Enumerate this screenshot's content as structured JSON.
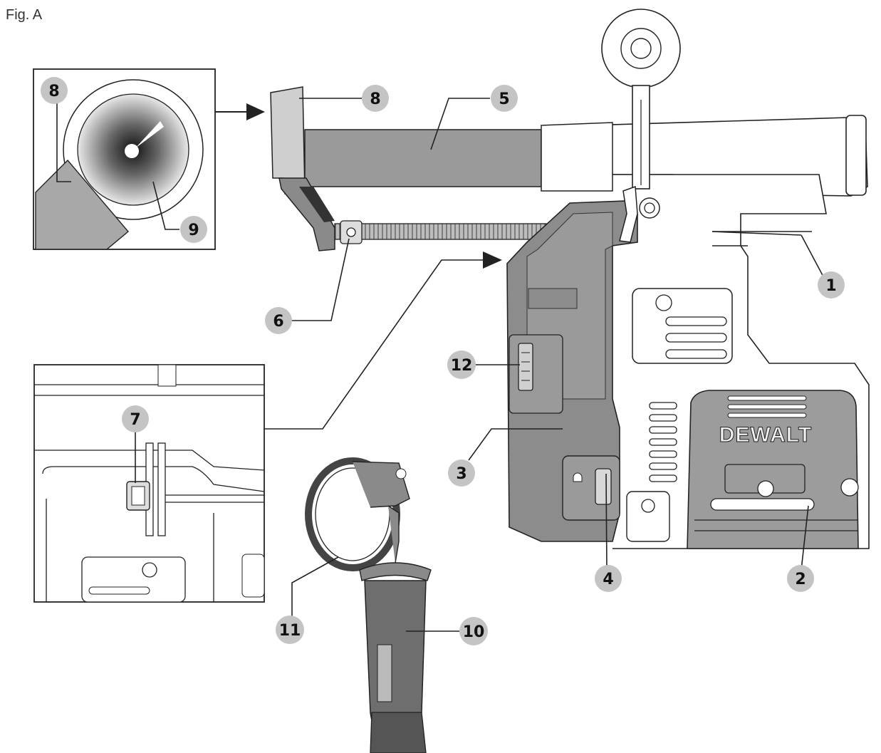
{
  "figure": {
    "label": "Fig. A"
  },
  "brand": {
    "text": "DEWALT"
  },
  "colors": {
    "callout_fill": "#c4c4c4",
    "body_gray": "#8c8c8c",
    "dark_gray": "#5a5a5a",
    "line": "#222222",
    "light_gray": "#d6d6d6"
  },
  "callouts": [
    "1",
    "2",
    "3",
    "4",
    "5",
    "6",
    "7",
    "8",
    "9",
    "10",
    "11",
    "12"
  ],
  "inset_callouts": {
    "top_left": "8",
    "filter": "9",
    "latch": "7"
  }
}
